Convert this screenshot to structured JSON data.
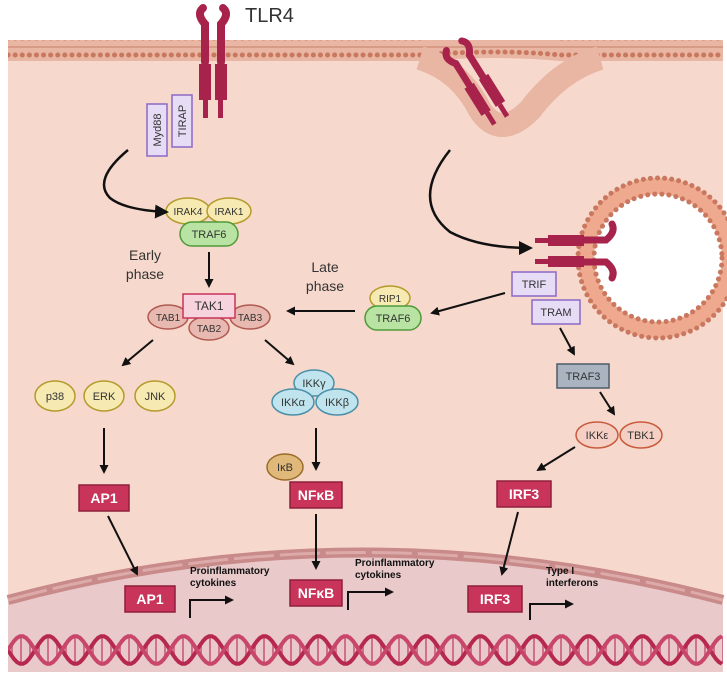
{
  "receptor": {
    "title": "TLR4"
  },
  "adaptors": {
    "myd88": "Myd88",
    "tirap": "TIRAP",
    "trif": "TRIF",
    "tram": "TRAM"
  },
  "early_complex": {
    "irak4": "IRAK4",
    "irak1": "IRAK1",
    "traf6": "TRAF6"
  },
  "late_complex": {
    "rip1": "RIP1",
    "traf6": "TRAF6"
  },
  "phases": {
    "early_line1": "Early",
    "early_line2": "phase",
    "late_line1": "Late",
    "late_line2": "phase"
  },
  "tak_complex": {
    "tak1": "TAK1",
    "tab1": "TAB1",
    "tab2": "TAB2",
    "tab3": "TAB3"
  },
  "mapk": {
    "p38": "p38",
    "erk": "ERK",
    "jnk": "JNK"
  },
  "ikk": {
    "gamma": "IKKγ",
    "alpha": "IKKα",
    "beta": "IKKβ",
    "ikb": "IκB"
  },
  "irf_branch": {
    "traf3": "TRAF3",
    "ikke": "IKKε",
    "tbk1": "TBK1"
  },
  "transcription_factors": {
    "ap1": "AP1",
    "nfkb": "NFκB",
    "irf3": "IRF3"
  },
  "outputs": {
    "ap1_line1": "Proinflammatory",
    "ap1_line2": "cytokines",
    "nfkb_line1": "Proinflammatory",
    "nfkb_line2": "cytokines",
    "irf3_line1": "Type I",
    "irf3_line2": "interferons"
  },
  "colors": {
    "cytoplasm": "#f7d8cc",
    "membrane": "#c9785f",
    "receptor": "#a8234c",
    "nucleus": "#e9c9c9",
    "tf": "#c8345a",
    "purple_fill": "#e7dcf6",
    "purple_stroke": "#8b68c7",
    "yellow_fill": "#f6eab2",
    "yellow_stroke": "#b59a2d",
    "green_fill": "#b9e3a2",
    "green_stroke": "#4f9a3a",
    "pink_fill": "#f7d3de",
    "pink_stroke": "#c9335a",
    "blue_fill": "#bfe4ee",
    "blue_stroke": "#4a8fa8",
    "gray_fill": "#aab4c0",
    "gray_stroke": "#4e5b68",
    "salmon_fill": "#f5cfc4",
    "salmon_stroke": "#c85a3c"
  }
}
